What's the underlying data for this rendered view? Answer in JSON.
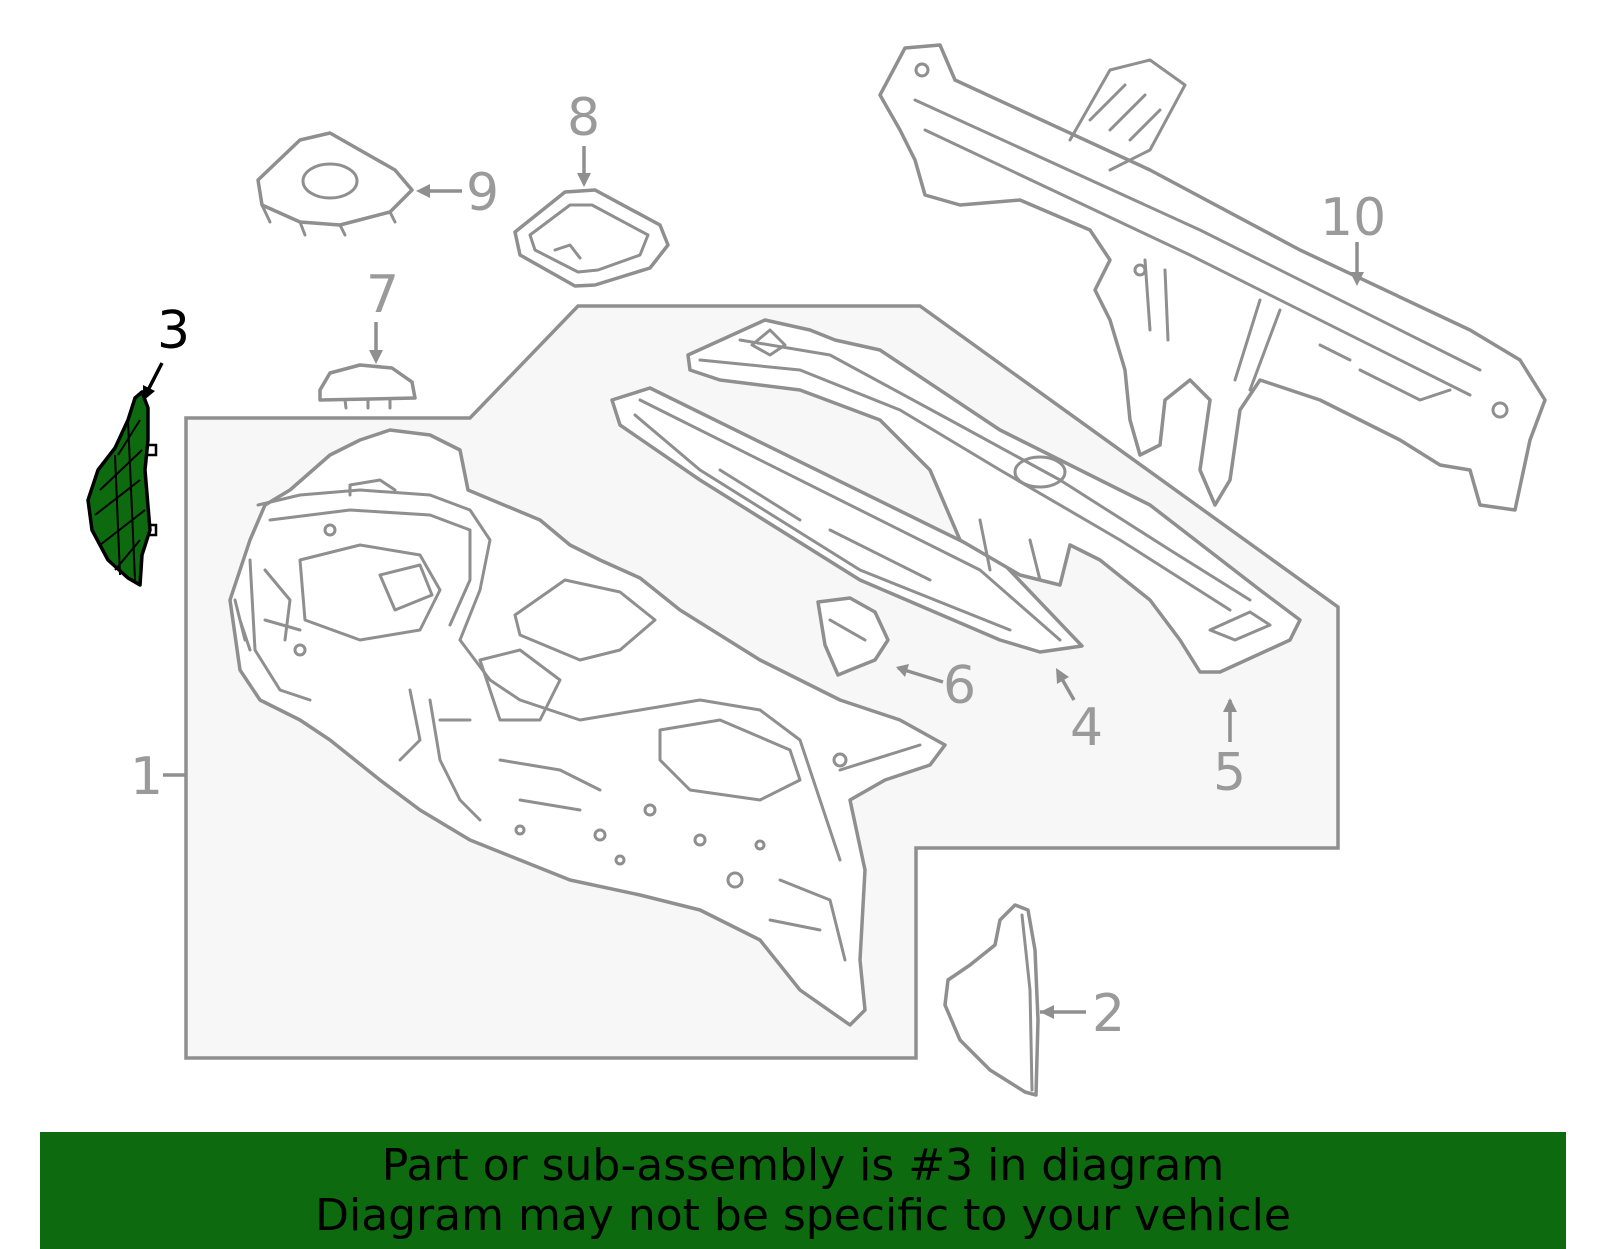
{
  "banner": {
    "line1": "Part or sub-assembly is #3 in diagram",
    "line2": "Diagram may not be specific to your vehicle"
  },
  "highlight_color": "#0e6a0e",
  "callouts": {
    "c1": "1",
    "c2": "2",
    "c3": "3",
    "c4": "4",
    "c5": "5",
    "c6": "6",
    "c7": "7",
    "c8": "8",
    "c9": "9",
    "c10": "10"
  },
  "highlighted_part": "3"
}
